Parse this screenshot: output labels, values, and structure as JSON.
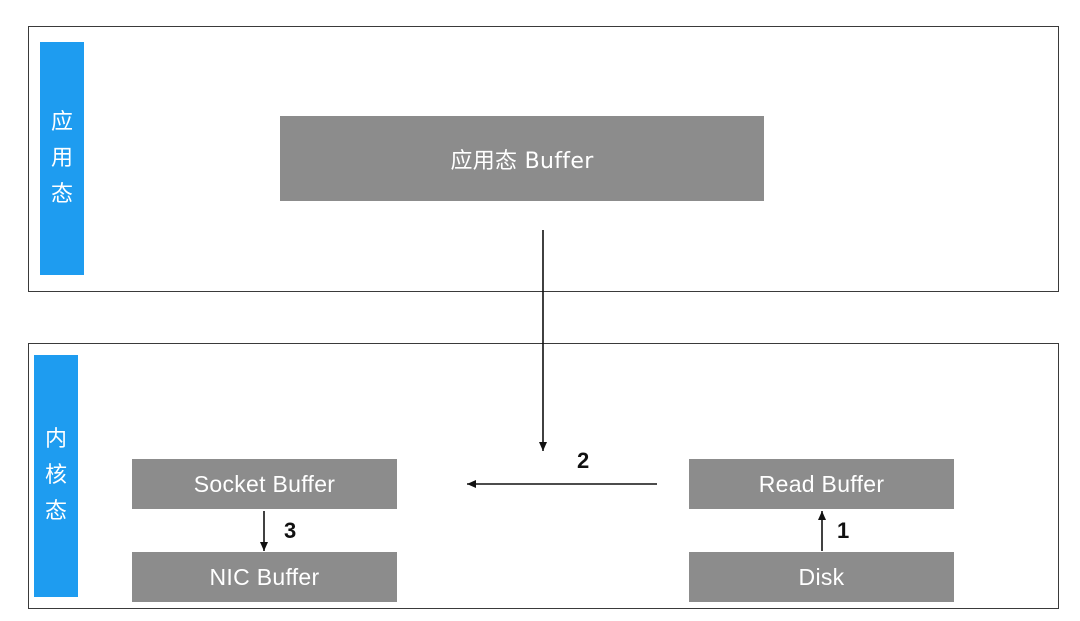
{
  "panels": {
    "user_space": {
      "label_chars": [
        "应",
        "用",
        "态"
      ]
    },
    "kernel_space": {
      "label_chars": [
        "内",
        "核",
        "态"
      ]
    }
  },
  "boxes": {
    "app_buffer": "应用态 Buffer",
    "socket_buffer": "Socket Buffer",
    "nic_buffer": "NIC Buffer",
    "read_buffer": "Read Buffer",
    "disk": "Disk"
  },
  "steps": {
    "step_1": "1",
    "step_2": "2",
    "step_3": "3"
  },
  "colors": {
    "label_bg": "#1e9cf0",
    "box_bg": "#8c8c8c",
    "border": "#3a3a3a",
    "arrow": "#111111"
  }
}
